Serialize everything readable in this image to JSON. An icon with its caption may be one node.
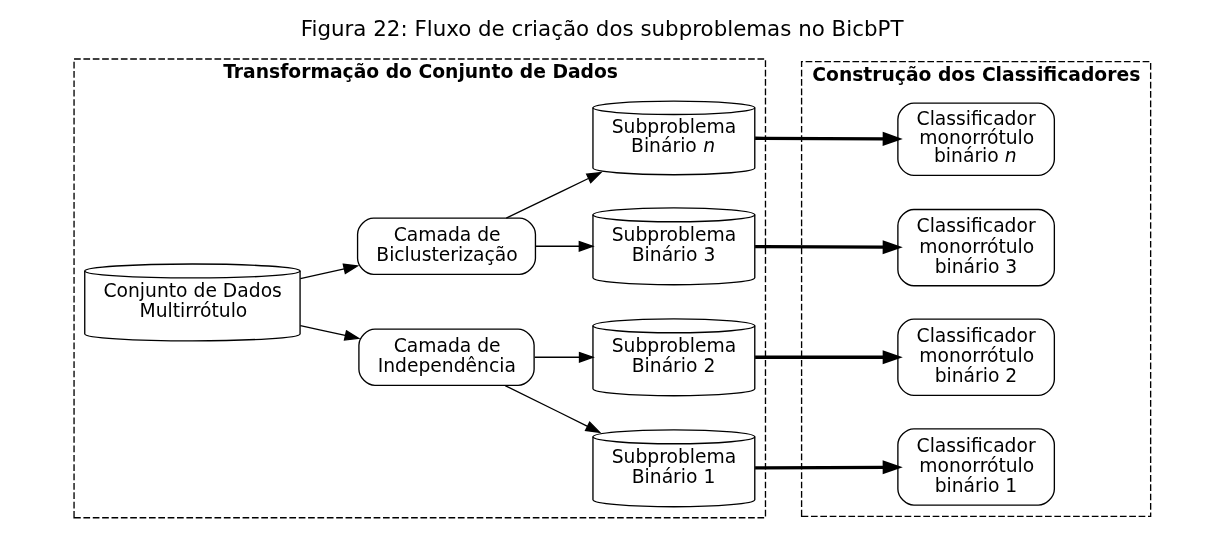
{
  "diagram": {
    "title": "Figura 22: Fluxo de criação dos subproblemas no BicbPT",
    "nodes": [
      {
        "text": [
          "Transformação do Conjunto de Dados"
        ]
      },
      {
        "text": [
          "Conjunto de Dados Multirrótulo"
        ],
        "in": 0
      },
      {
        "text": [
          "Camada de Independência"
        ],
        "in": 0
      },
      {
        "text": [
          "Camada de Biclusterização"
        ],
        "in": 0
      },
      {
        "text": [
          "Subproblema Binário 1"
        ],
        "in": 0
      },
      {
        "text": [
          "Subproblema Binário 2"
        ],
        "in": 0
      },
      {
        "text": [
          "Subproblema Binário 3"
        ],
        "in": 0
      },
      {
        "text": [
          "Subproblema Binário *n*"
        ],
        "in": 0
      },
      {
        "text": [
          "Construção dos Classificadores"
        ]
      },
      {
        "text": [
          "Classificador monorrótulo binário 1"
        ],
        "in": 8
      },
      {
        "text": [
          "Classificador monorrótulo binário 2"
        ],
        "in": 8
      },
      {
        "text": [
          "Classificador monorrótulo binário 3"
        ],
        "in": 8
      },
      {
        "text": [
          "Classificador monorrótulo binário *n*"
        ],
        "in": 8
      }
    ],
    "edges": [
      {
        "from": 1,
        "to": 2,
        "arrow": "to"
      },
      {
        "from": 1,
        "to": 3,
        "arrow": "to"
      },
      {
        "from": 2,
        "to": 4,
        "arrow": "to"
      },
      {
        "from": 2,
        "to": 5,
        "arrow": "to"
      },
      {
        "from": 3,
        "to": 6,
        "arrow": "to"
      },
      {
        "from": 3,
        "to": 7,
        "arrow": "to"
      },
      {
        "from": 4,
        "to": 9,
        "arrow": "to",
        "style": "thick"
      },
      {
        "from": 5,
        "to": 10,
        "arrow": "to",
        "style": "thick"
      },
      {
        "from": 6,
        "to": 11,
        "arrow": "to",
        "style": "thick"
      },
      {
        "from": 7,
        "to": 12,
        "arrow": "to",
        "style": "thick"
      }
    ]
  }
}
